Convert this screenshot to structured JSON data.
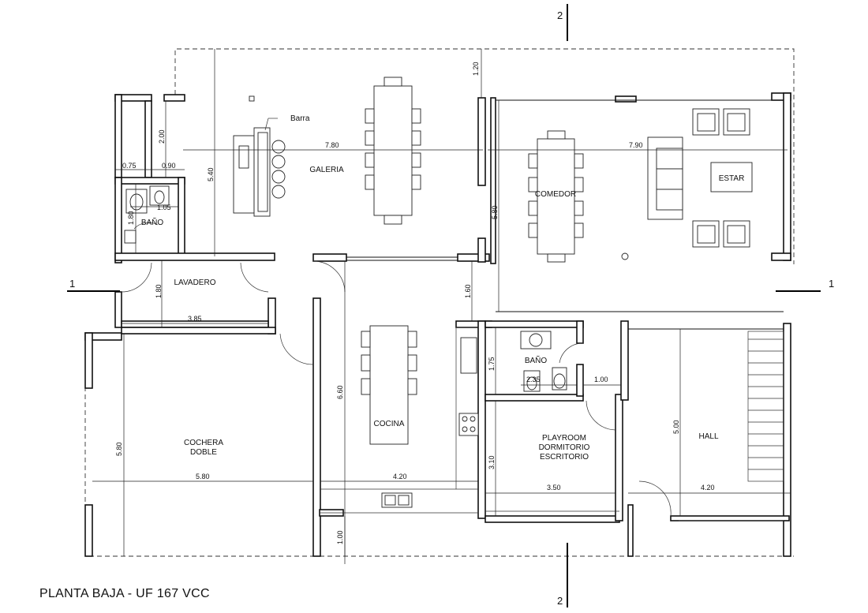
{
  "title": "PLANTA BAJA - UF 167 VCC",
  "section_marks": {
    "left": "1",
    "right": "1",
    "top": "2",
    "bottom": "2"
  },
  "rooms": {
    "galeria": "GALERIA",
    "barra": "Barra",
    "comedor": "COMEDOR",
    "estar": "ESTAR",
    "bano_1": "BAÑO",
    "lavadero": "LAVADERO",
    "cocina": "COCINA",
    "bano_2": "BAÑO",
    "cochera_line1": "COCHERA",
    "cochera_line2": "DOBLE",
    "playroom_line1": "PLAYROOM",
    "playroom_line2": "DORMITORIO",
    "playroom_line3": "ESCRITORIO",
    "hall": "HALL"
  },
  "dimensions": {
    "d_780": "7.80",
    "d_790": "7.90",
    "d_120": "1.20",
    "d_540": "5.40",
    "d_200": "2.00",
    "d_075": "0.75",
    "d_090": "0.90",
    "d_105": "1.05",
    "d_180a": "1.80",
    "d_180b": "1.80",
    "d_385": "3.85",
    "d_580v": "5.80",
    "d_160": "1.60",
    "d_580a": "5.80",
    "d_580b": "5.80",
    "d_660": "6.60",
    "d_420a": "4.20",
    "d_175": "1.75",
    "d_235": "2.35",
    "d_100a": "1.00",
    "d_310": "3.10",
    "d_350": "3.50",
    "d_500": "5.00",
    "d_420b": "4.20",
    "d_100b": "1.00"
  }
}
